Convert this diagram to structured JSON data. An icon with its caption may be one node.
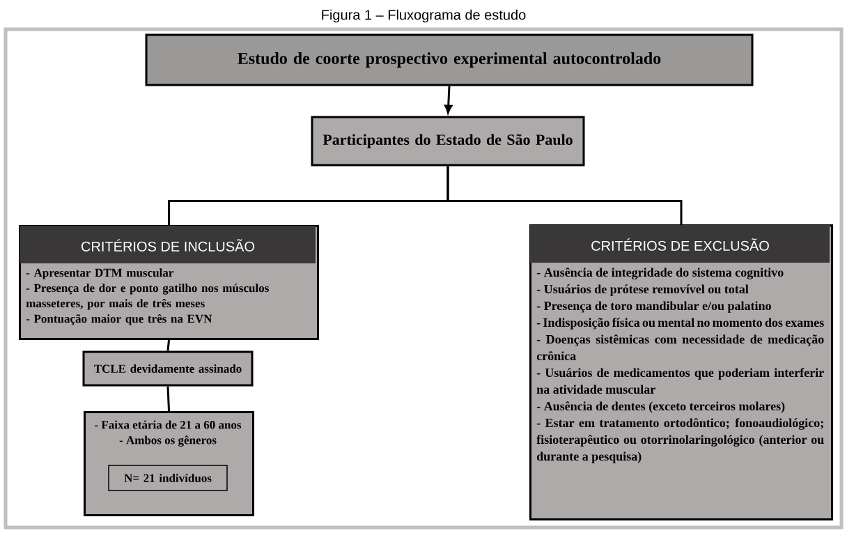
{
  "diagram": {
    "title": "Figura 1 – Fluxograma de estudo",
    "nodes": [
      {
        "text": [
          "Estudo de coorte prospectivo experimental autocontrolado"
        ]
      },
      {
        "text": [
          "Participantes do Estado de São Paulo"
        ]
      },
      {
        "text": [
          "CRITÉRIOS DE INCLUSÃO",
          "- Apresentar DTM muscular",
          "- Presença de dor e ponto gatilho nos músculos masseteres, por mais de três meses",
          "- Pontuação maior que três na EVN"
        ]
      },
      {
        "text": [
          "CRITÉRIOS DE EXCLUSÃO",
          "- Ausência de integridade do sistema cognitivo",
          "- Usuários de prótese removível ou total",
          "- Presença de toro mandibular e/ou palatino",
          "- Indisposição física ou mental no momento dos exames",
          "- Doenças sistêmicas com necessidade de medicação crônica",
          "- Usuários de medicamentos que poderiam interferir na atividade muscular",
          "- Ausência de dentes (exceto terceiros molares)",
          "- Estar em tratamento ortodôntico; fonoaudiológico; fisioterapêutico ou otorrinolaringológico (anterior ou durante a pesquisa)"
        ]
      },
      {
        "text": [
          "TCLE devidamente assinado"
        ]
      },
      {
        "text": [
          "- Faixa etária de 21 a 60 anos",
          "- Ambos os gêneros"
        ]
      },
      {
        "text": [
          "N= 21 indivíduos"
        ],
        "in": 5
      }
    ],
    "edges": [
      {
        "from": 0,
        "to": 1,
        "arrow": "to"
      },
      {
        "from": 1,
        "to": 2,
        "arrow": "none"
      },
      {
        "from": 1,
        "to": 3,
        "arrow": "none"
      },
      {
        "from": 2,
        "to": 4,
        "arrow": "none"
      },
      {
        "from": 4,
        "to": 5,
        "arrow": "none"
      }
    ]
  }
}
